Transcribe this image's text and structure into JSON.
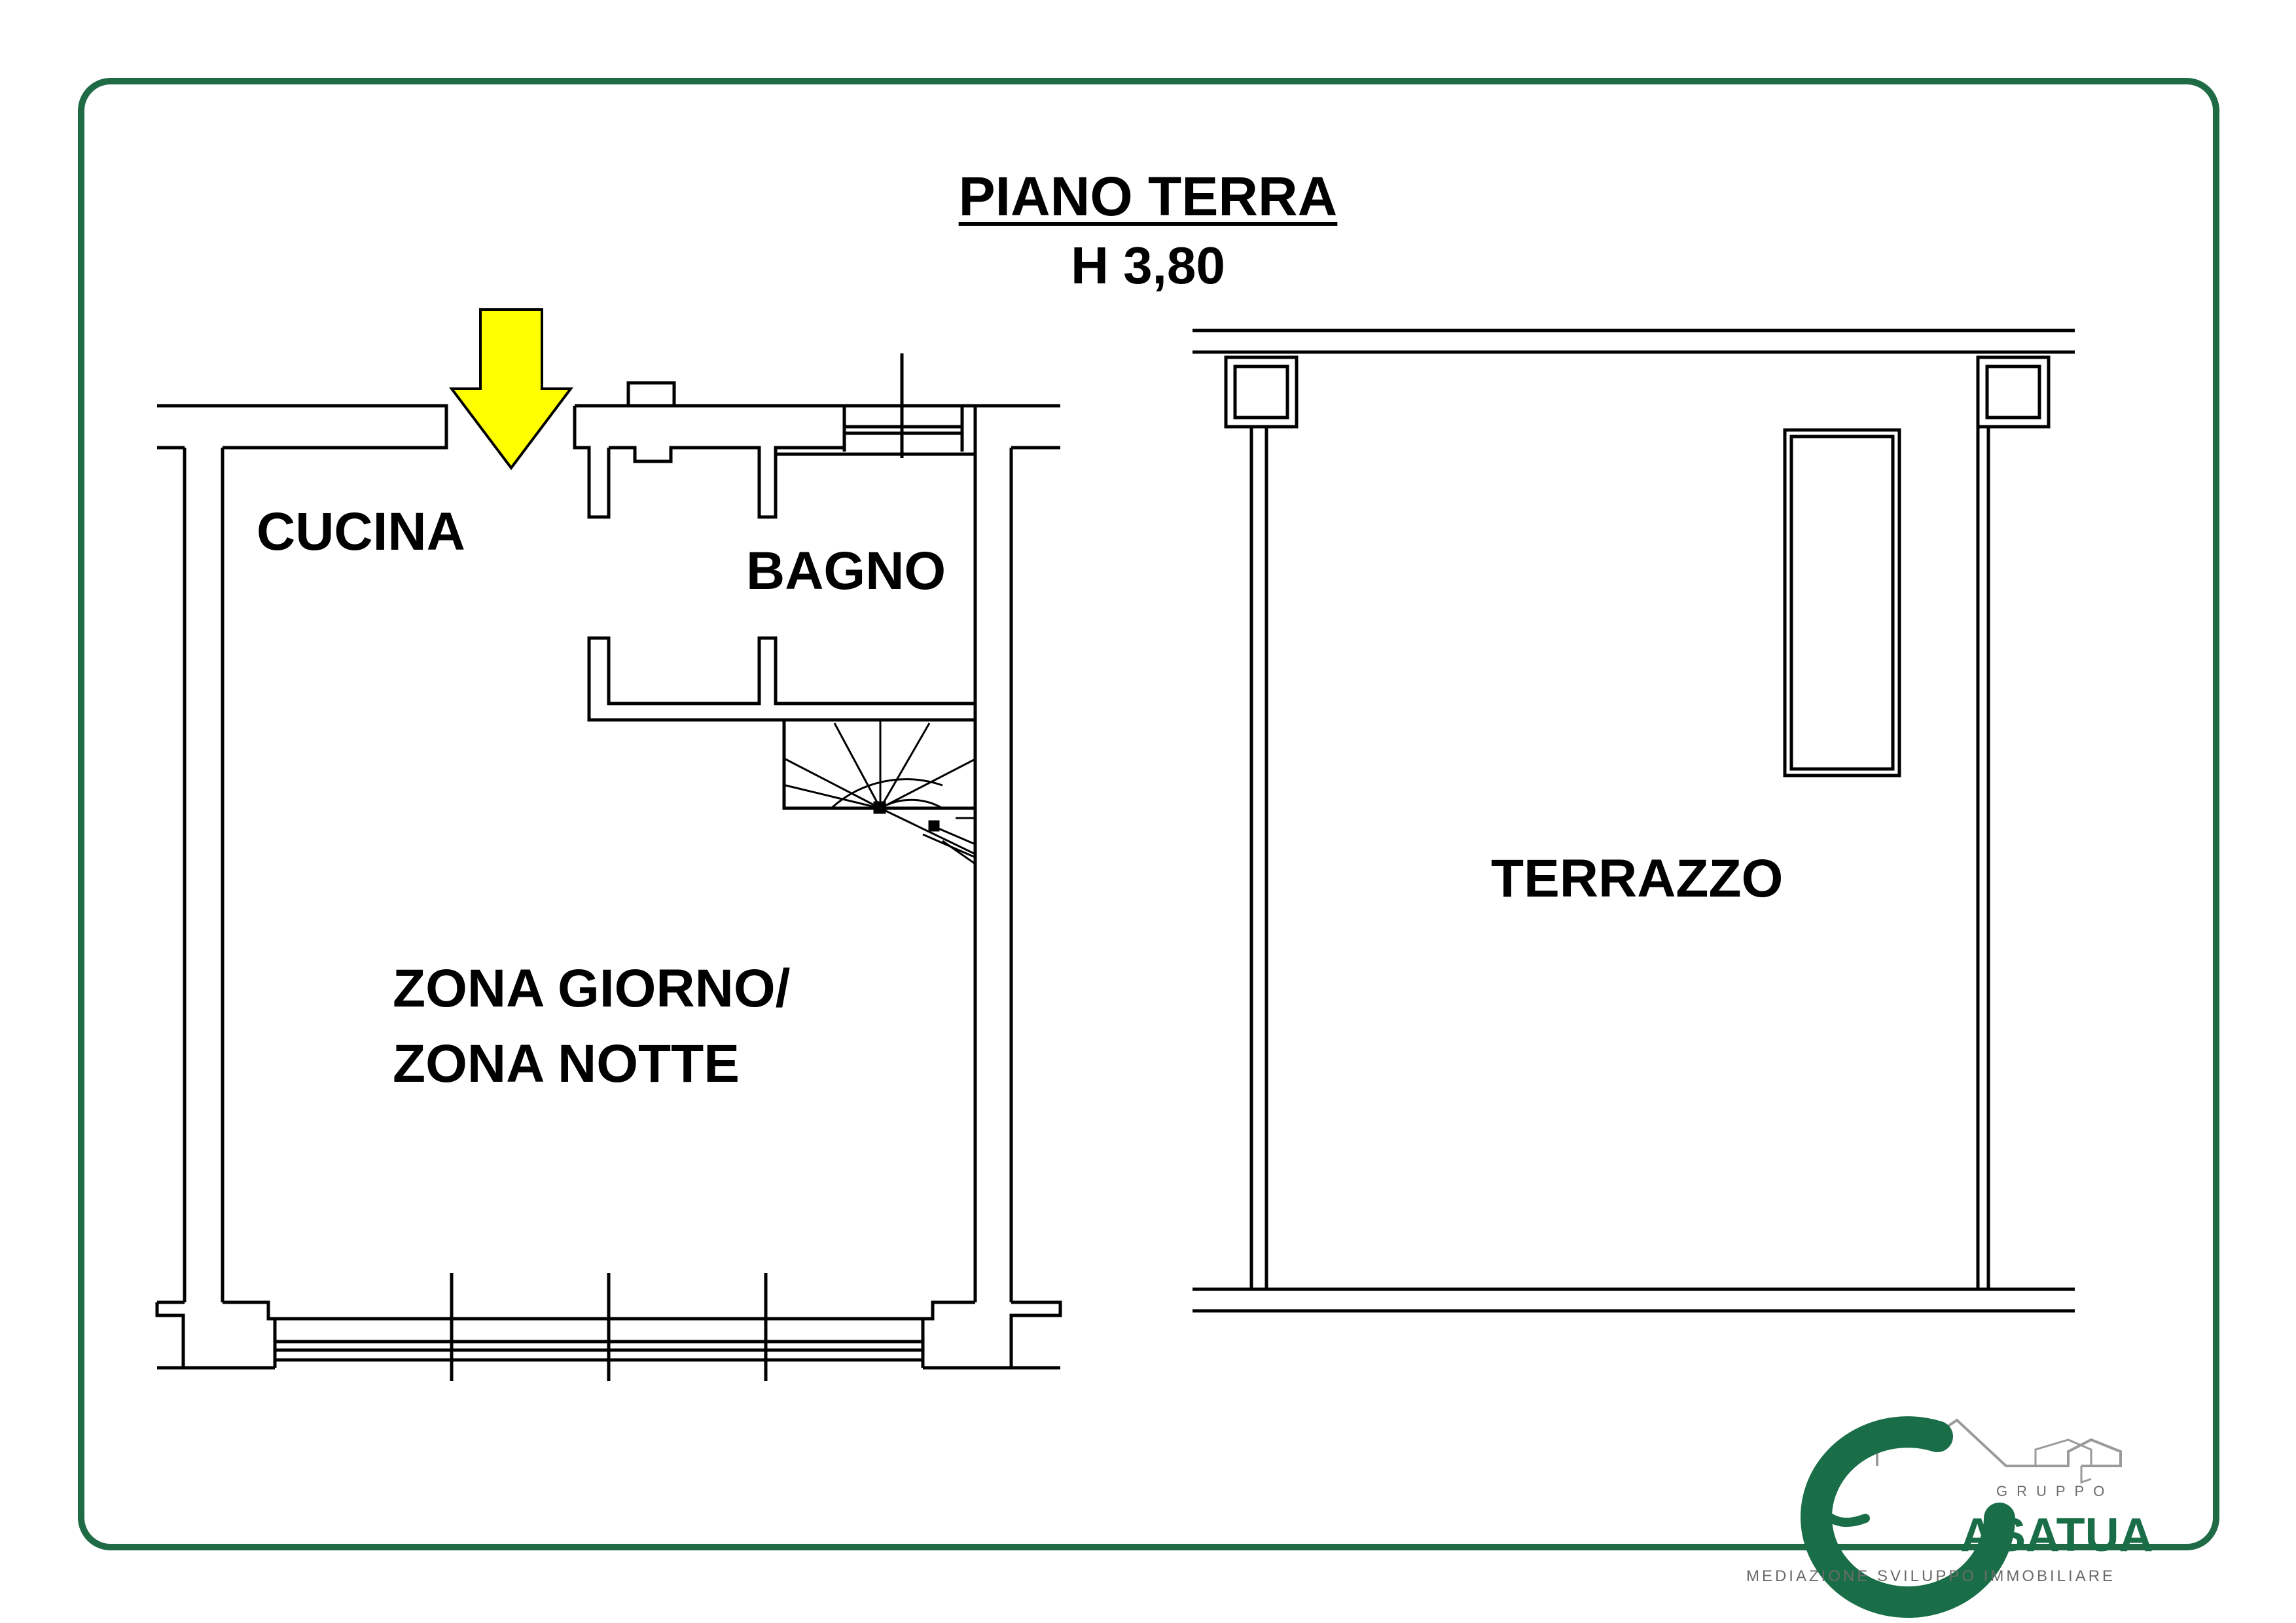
{
  "title": {
    "floor": "PIANO TERRA",
    "height": "H 3,80"
  },
  "rooms": {
    "kitchen": "CUCINA",
    "bathroom": "BAGNO",
    "living_line1": "ZONA GIORNO/",
    "living_line2": "ZONA NOTTE",
    "terrace": "TERRAZZO"
  },
  "brand": {
    "prefix": "GRUPPO",
    "name": "ASATUA",
    "tagline": "MEDIAZIONE SVILUPPO IMMOBILIARE"
  },
  "colors": {
    "frame": "#1f6b45",
    "arrow_fill": "#ffff00",
    "logo_green": "#1a6e47",
    "line": "#000000"
  },
  "icons": {
    "entrance": "entrance-arrow-icon",
    "stairs": "spiral-staircase-icon",
    "logo": "casatua-logo-icon"
  }
}
